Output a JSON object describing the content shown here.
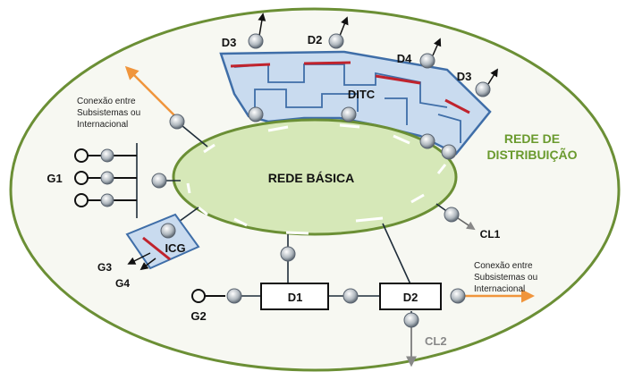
{
  "labels": {
    "rede_basica": "REDE BÁSICA",
    "rede_distribuicao_1": "REDE DE",
    "rede_distribuicao_2": "DISTRIBUIÇÃO",
    "ditc": "DITC",
    "icg": "ICG",
    "d1": "D1",
    "d2_box": "D2",
    "d2_top": "D2",
    "d3_left": "D3",
    "d3_right": "D3",
    "d4": "D4",
    "g1": "G1",
    "g2": "G2",
    "g3": "G3",
    "g4": "G4",
    "cl1": "CL1",
    "cl2": "CL2"
  },
  "notes": {
    "left": [
      "Conexão entre",
      "Subsistemas ou",
      "Internacional"
    ],
    "right": [
      "Conexão entre",
      "Subsistemas ou",
      "Internacional"
    ]
  },
  "colors": {
    "outer_fill": "#f7f8f2",
    "outer_stroke": "#6b8f35",
    "basic_fill": "#d6e8b8",
    "ditc_fill": "#c9dbef",
    "ditc_stroke": "#3f6ea8",
    "bar_red": "#c0232d",
    "arrow_orange": "#f0953c"
  }
}
